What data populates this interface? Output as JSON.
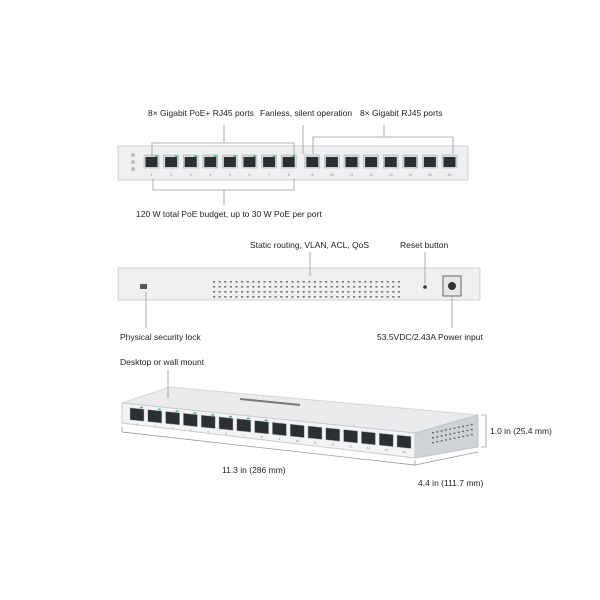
{
  "front_view": {
    "poe_ports_label": "8× Gigabit PoE+ RJ45 ports",
    "fanless_label": "Fanless, silent operation",
    "gigabit_ports_label": "8× Gigabit RJ45 ports",
    "poe_budget_label": "120 W total PoE budget, up to 30 W PoE per port",
    "port_numbers": [
      "1",
      "2",
      "3",
      "4",
      "5",
      "6",
      "7",
      "8",
      "9",
      "10",
      "11",
      "12",
      "13",
      "14",
      "15",
      "16"
    ]
  },
  "rear_view": {
    "routing_label": "Static routing, VLAN, ACL, QoS",
    "reset_label": "Reset button",
    "lock_label": "Physical security lock",
    "power_label": "53.5VDC/2.43A Power input"
  },
  "perspective_view": {
    "mount_label": "Desktop or wall mount",
    "height_label": "1.0 in (25.4 mm)",
    "width_label": "11.3 in (286 mm)",
    "depth_label": "4.4 in (111.7 mm)"
  },
  "colors": {
    "led_green": "#3cc46a",
    "port_dark": "#2b2f33",
    "chassis": "#eceef0",
    "line": "#9a9a9a"
  }
}
